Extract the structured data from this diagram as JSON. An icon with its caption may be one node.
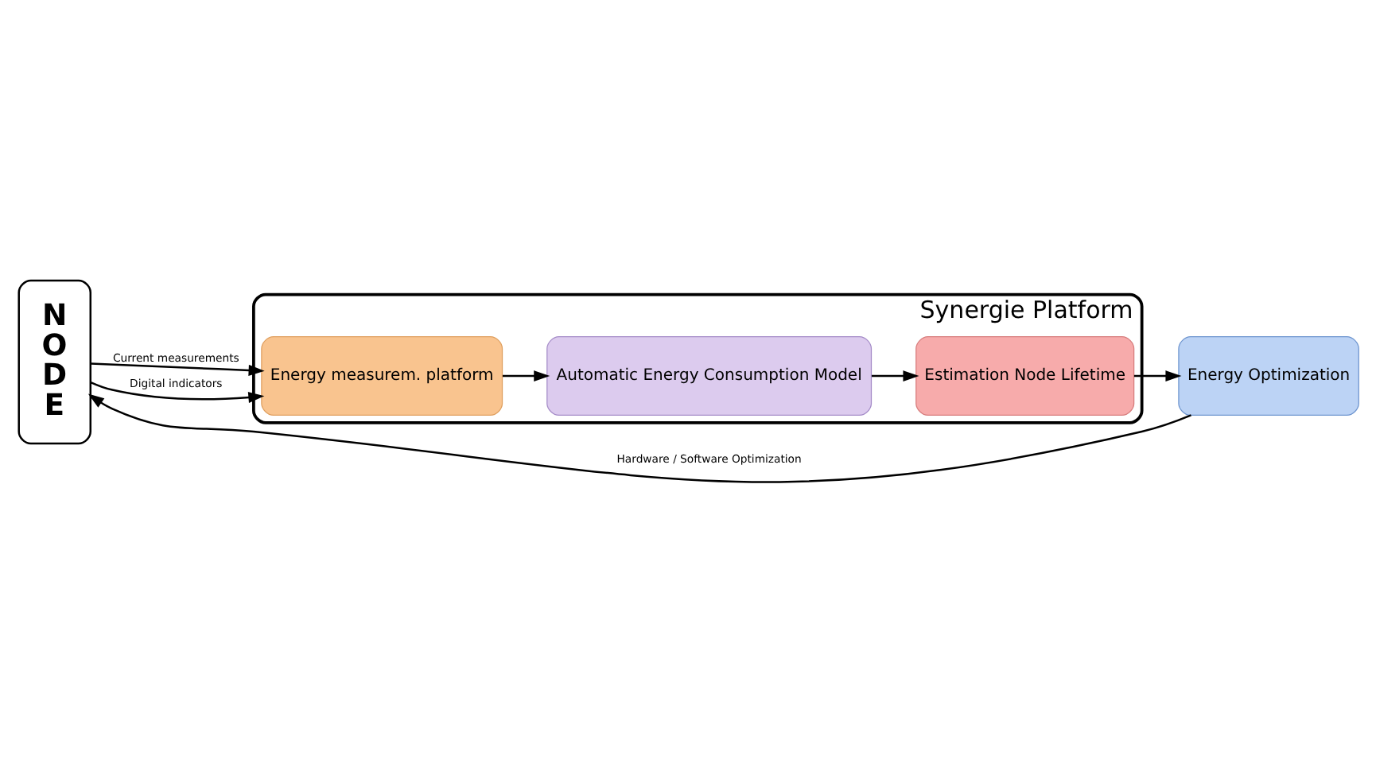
{
  "diagram": {
    "nodes": [
      {
        "text": [
          "NODE"
        ]
      },
      {
        "text": [
          "Synergie Platform"
        ]
      },
      {
        "text": [
          "Energy measurem. platform"
        ],
        "in": 1
      },
      {
        "text": [
          "Automatic Energy Consumption Model"
        ],
        "in": 1
      },
      {
        "text": [
          "Estimation Node Lifetime"
        ],
        "in": 1
      },
      {
        "text": [
          "Energy Optimization"
        ]
      }
    ],
    "edges": [
      {
        "from": 0,
        "to": 2,
        "arrow": "to",
        "label": "Current measurements"
      },
      {
        "from": 0,
        "to": 2,
        "arrow": "to",
        "label": "Digital indicators"
      },
      {
        "from": 2,
        "to": 3,
        "arrow": "to"
      },
      {
        "from": 3,
        "to": 4,
        "arrow": "to"
      },
      {
        "from": 4,
        "to": 5,
        "arrow": "to"
      },
      {
        "from": 5,
        "to": 0,
        "arrow": "to",
        "label": "Hardware / Software Optimization"
      }
    ]
  }
}
